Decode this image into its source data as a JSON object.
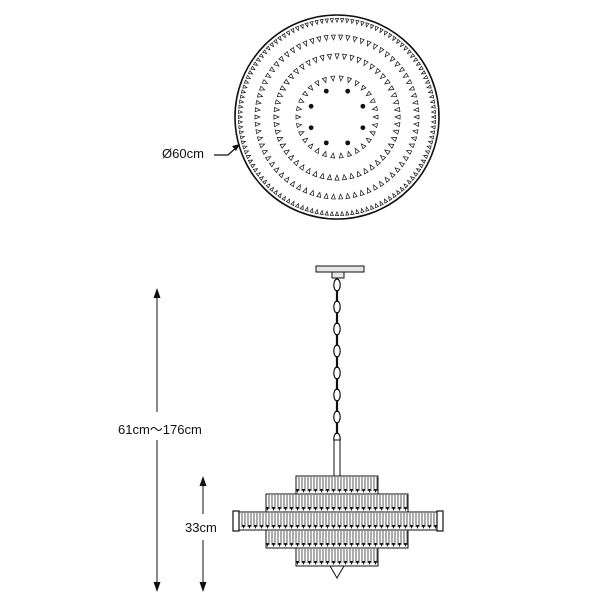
{
  "top_view": {
    "diameter_label": "Ø60cm",
    "crystal_rings": 4,
    "bulb_count": 8
  },
  "side_view": {
    "total_height_label": "61cm～176cm",
    "body_height_label": "33cm"
  },
  "colors": {
    "line": "#111111",
    "crystal_fill": "#ffffff",
    "canopy_fill": "#e6e6e6"
  }
}
